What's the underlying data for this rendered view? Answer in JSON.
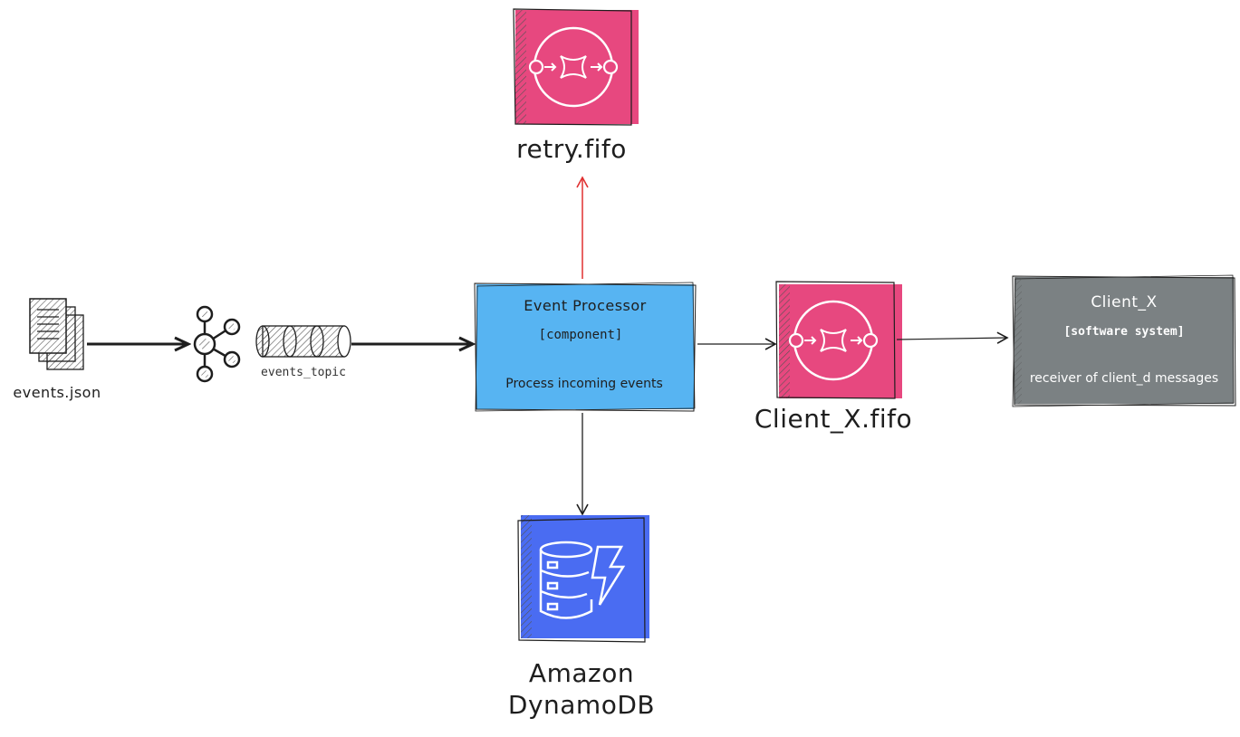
{
  "nodes": {
    "source_file": {
      "label": "events.json",
      "icon": "documents-icon"
    },
    "kafka": {
      "icon": "kafka-icon"
    },
    "topic": {
      "label": "events_topic",
      "icon": "topic-cylinder-icon"
    },
    "processor": {
      "title": "Event Processor",
      "type": "[component]",
      "description": "Process incoming events",
      "color": "#57b4f2"
    },
    "retry_queue": {
      "label": "retry.fifo",
      "icon": "sqs-queue-icon",
      "color": "#e7487f"
    },
    "client_queue": {
      "label": "Client_X.fifo",
      "icon": "sqs-queue-icon",
      "color": "#e7487f"
    },
    "client_system": {
      "title": "Client_X",
      "type": "[software system]",
      "description": "receiver of client_d messages",
      "color": "#7b8183"
    },
    "dynamodb": {
      "label_line1": "Amazon",
      "label_line2": "DynamoDB",
      "icon": "dynamodb-icon",
      "color": "#4a6cf2"
    }
  },
  "edges": [
    {
      "from": "source_file",
      "to": "kafka"
    },
    {
      "from": "topic",
      "to": "processor"
    },
    {
      "from": "processor",
      "to": "retry_queue",
      "color": "#e03131"
    },
    {
      "from": "processor",
      "to": "client_queue"
    },
    {
      "from": "client_queue",
      "to": "client_system"
    },
    {
      "from": "processor",
      "to": "dynamodb"
    }
  ]
}
